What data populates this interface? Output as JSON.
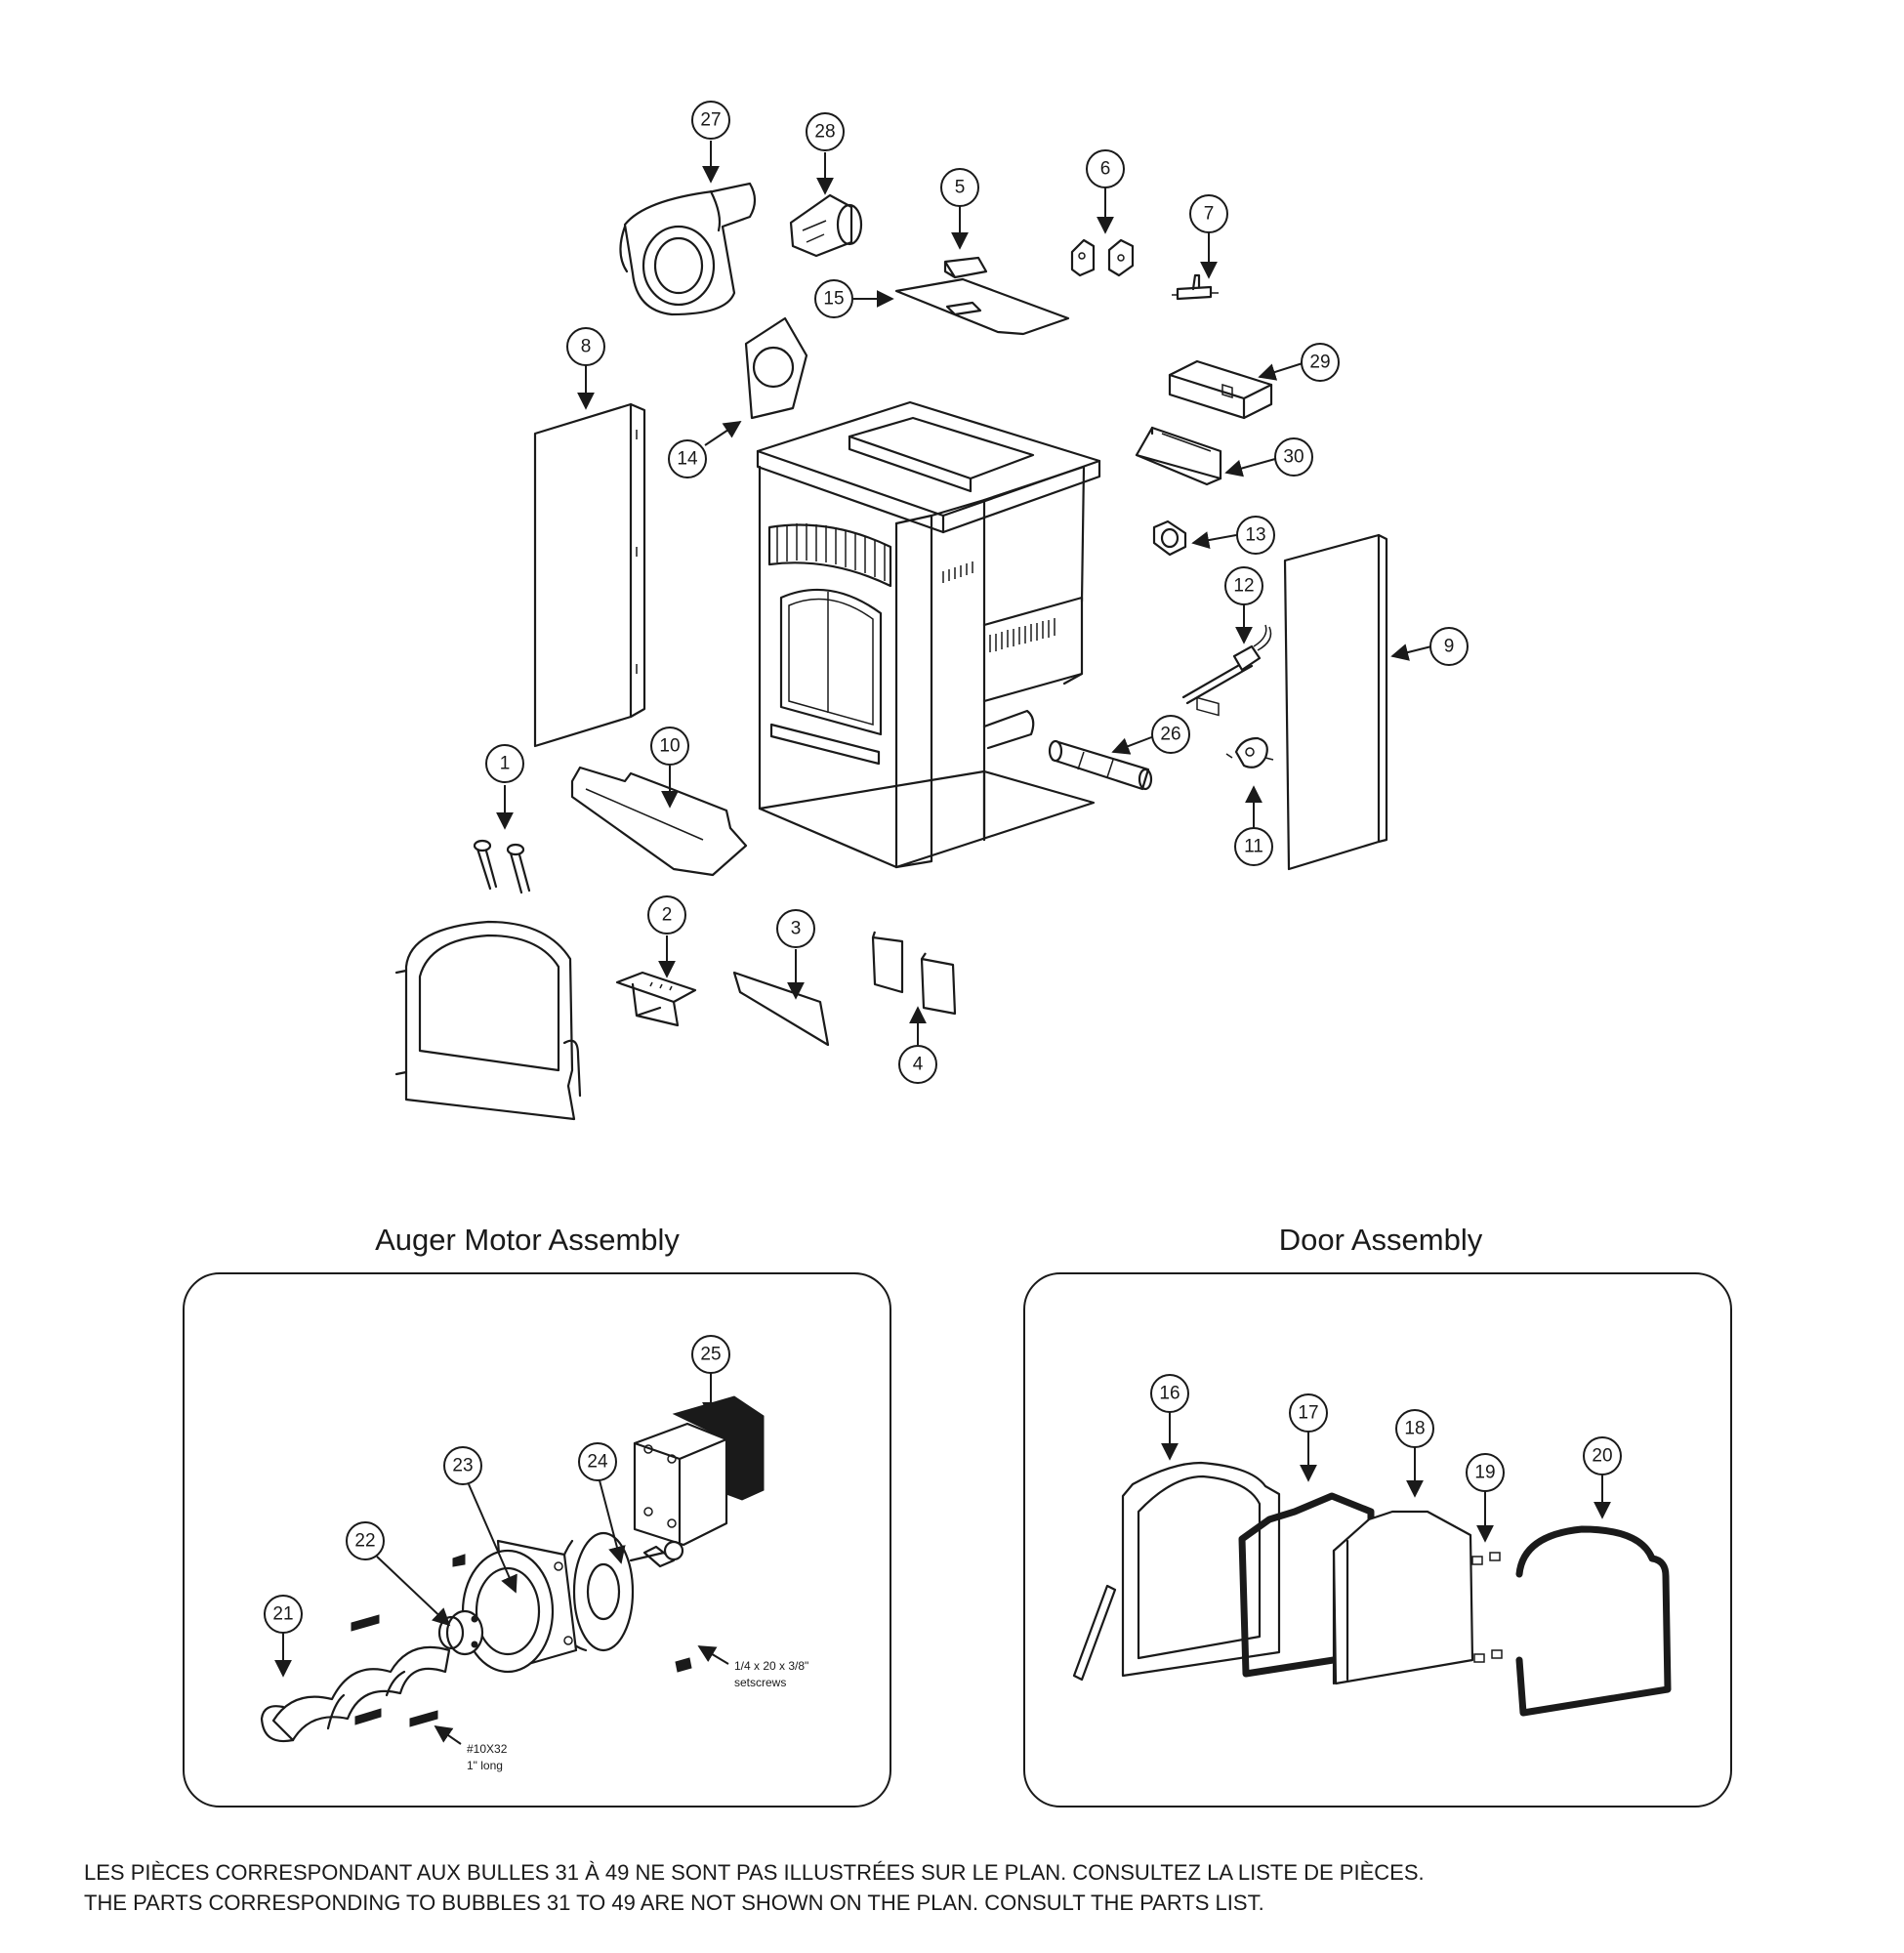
{
  "bubbles": [
    "1",
    "2",
    "3",
    "4",
    "5",
    "6",
    "7",
    "8",
    "9",
    "10",
    "11",
    "12",
    "13",
    "14",
    "15",
    "16",
    "17",
    "18",
    "19",
    "20",
    "21",
    "22",
    "23",
    "24",
    "25",
    "26",
    "27",
    "28",
    "29",
    "30"
  ],
  "sections": {
    "auger": {
      "title": "Auger Motor Assembly"
    },
    "door": {
      "title": "Door Assembly"
    }
  },
  "notes": {
    "setscrews_line1": "1/4 x 20 x 3/8\"",
    "setscrews_line2": "setscrews",
    "bolt_line1": "#10X32",
    "bolt_line2": "1\" long"
  },
  "footer": {
    "line_fr": "LES PIÈCES CORRESPONDANT AUX BULLES 31 À 49 NE SONT PAS ILLUSTRÉES SUR LE PLAN. CONSULTEZ LA LISTE DE PIÈCES.",
    "line_en": "THE PARTS CORRESPONDING TO BUBBLES 31 TO 49 ARE NOT SHOWN ON THE PLAN. CONSULT THE PARTS LIST."
  },
  "colors": {
    "line": "#1a1a1a",
    "background": "#ffffff"
  }
}
